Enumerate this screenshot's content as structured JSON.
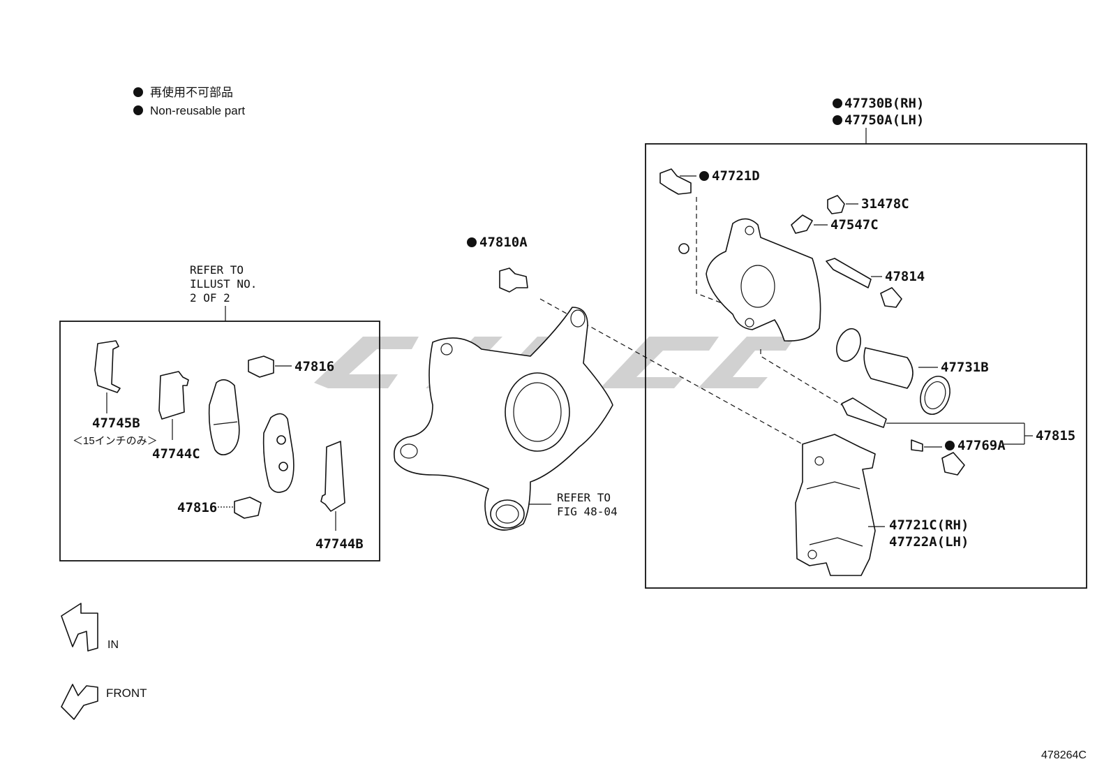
{
  "legend": {
    "line_jp": "再使用不可部品",
    "line_en": "Non-reusable part"
  },
  "refer_top": {
    "line1": "REFER TO",
    "line2": "ILLUST NO.",
    "line3": "2 OF 2"
  },
  "refer_knuckle": {
    "line1": "REFER TO",
    "line2": "FIG 48-04"
  },
  "parts": {
    "p47730B": "47730B(RH)",
    "p47750A": "47750A(LH)",
    "p47721D": "47721D",
    "p31478C": "31478C",
    "p47547C": "47547C",
    "p47814": "47814",
    "p47731B": "47731B",
    "p47815": "47815",
    "p47769A": "47769A",
    "p47721C": "47721C(RH)",
    "p47722A": "47722A(LH)",
    "p47810A": "47810A",
    "p47816a": "47816",
    "p47816b": "47816",
    "p47745B": "47745B",
    "p47745B_note": "＜15インチのみ＞",
    "p47744C": "47744C",
    "p47744B": "47744B"
  },
  "arrows": {
    "in": "IN",
    "front": "FRONT"
  },
  "figure_code": "478264C",
  "icons": {
    "bullet": "filled-circle",
    "in_arrow": "outline-arrow-icon",
    "front_arrow": "outline-arrow-icon"
  }
}
